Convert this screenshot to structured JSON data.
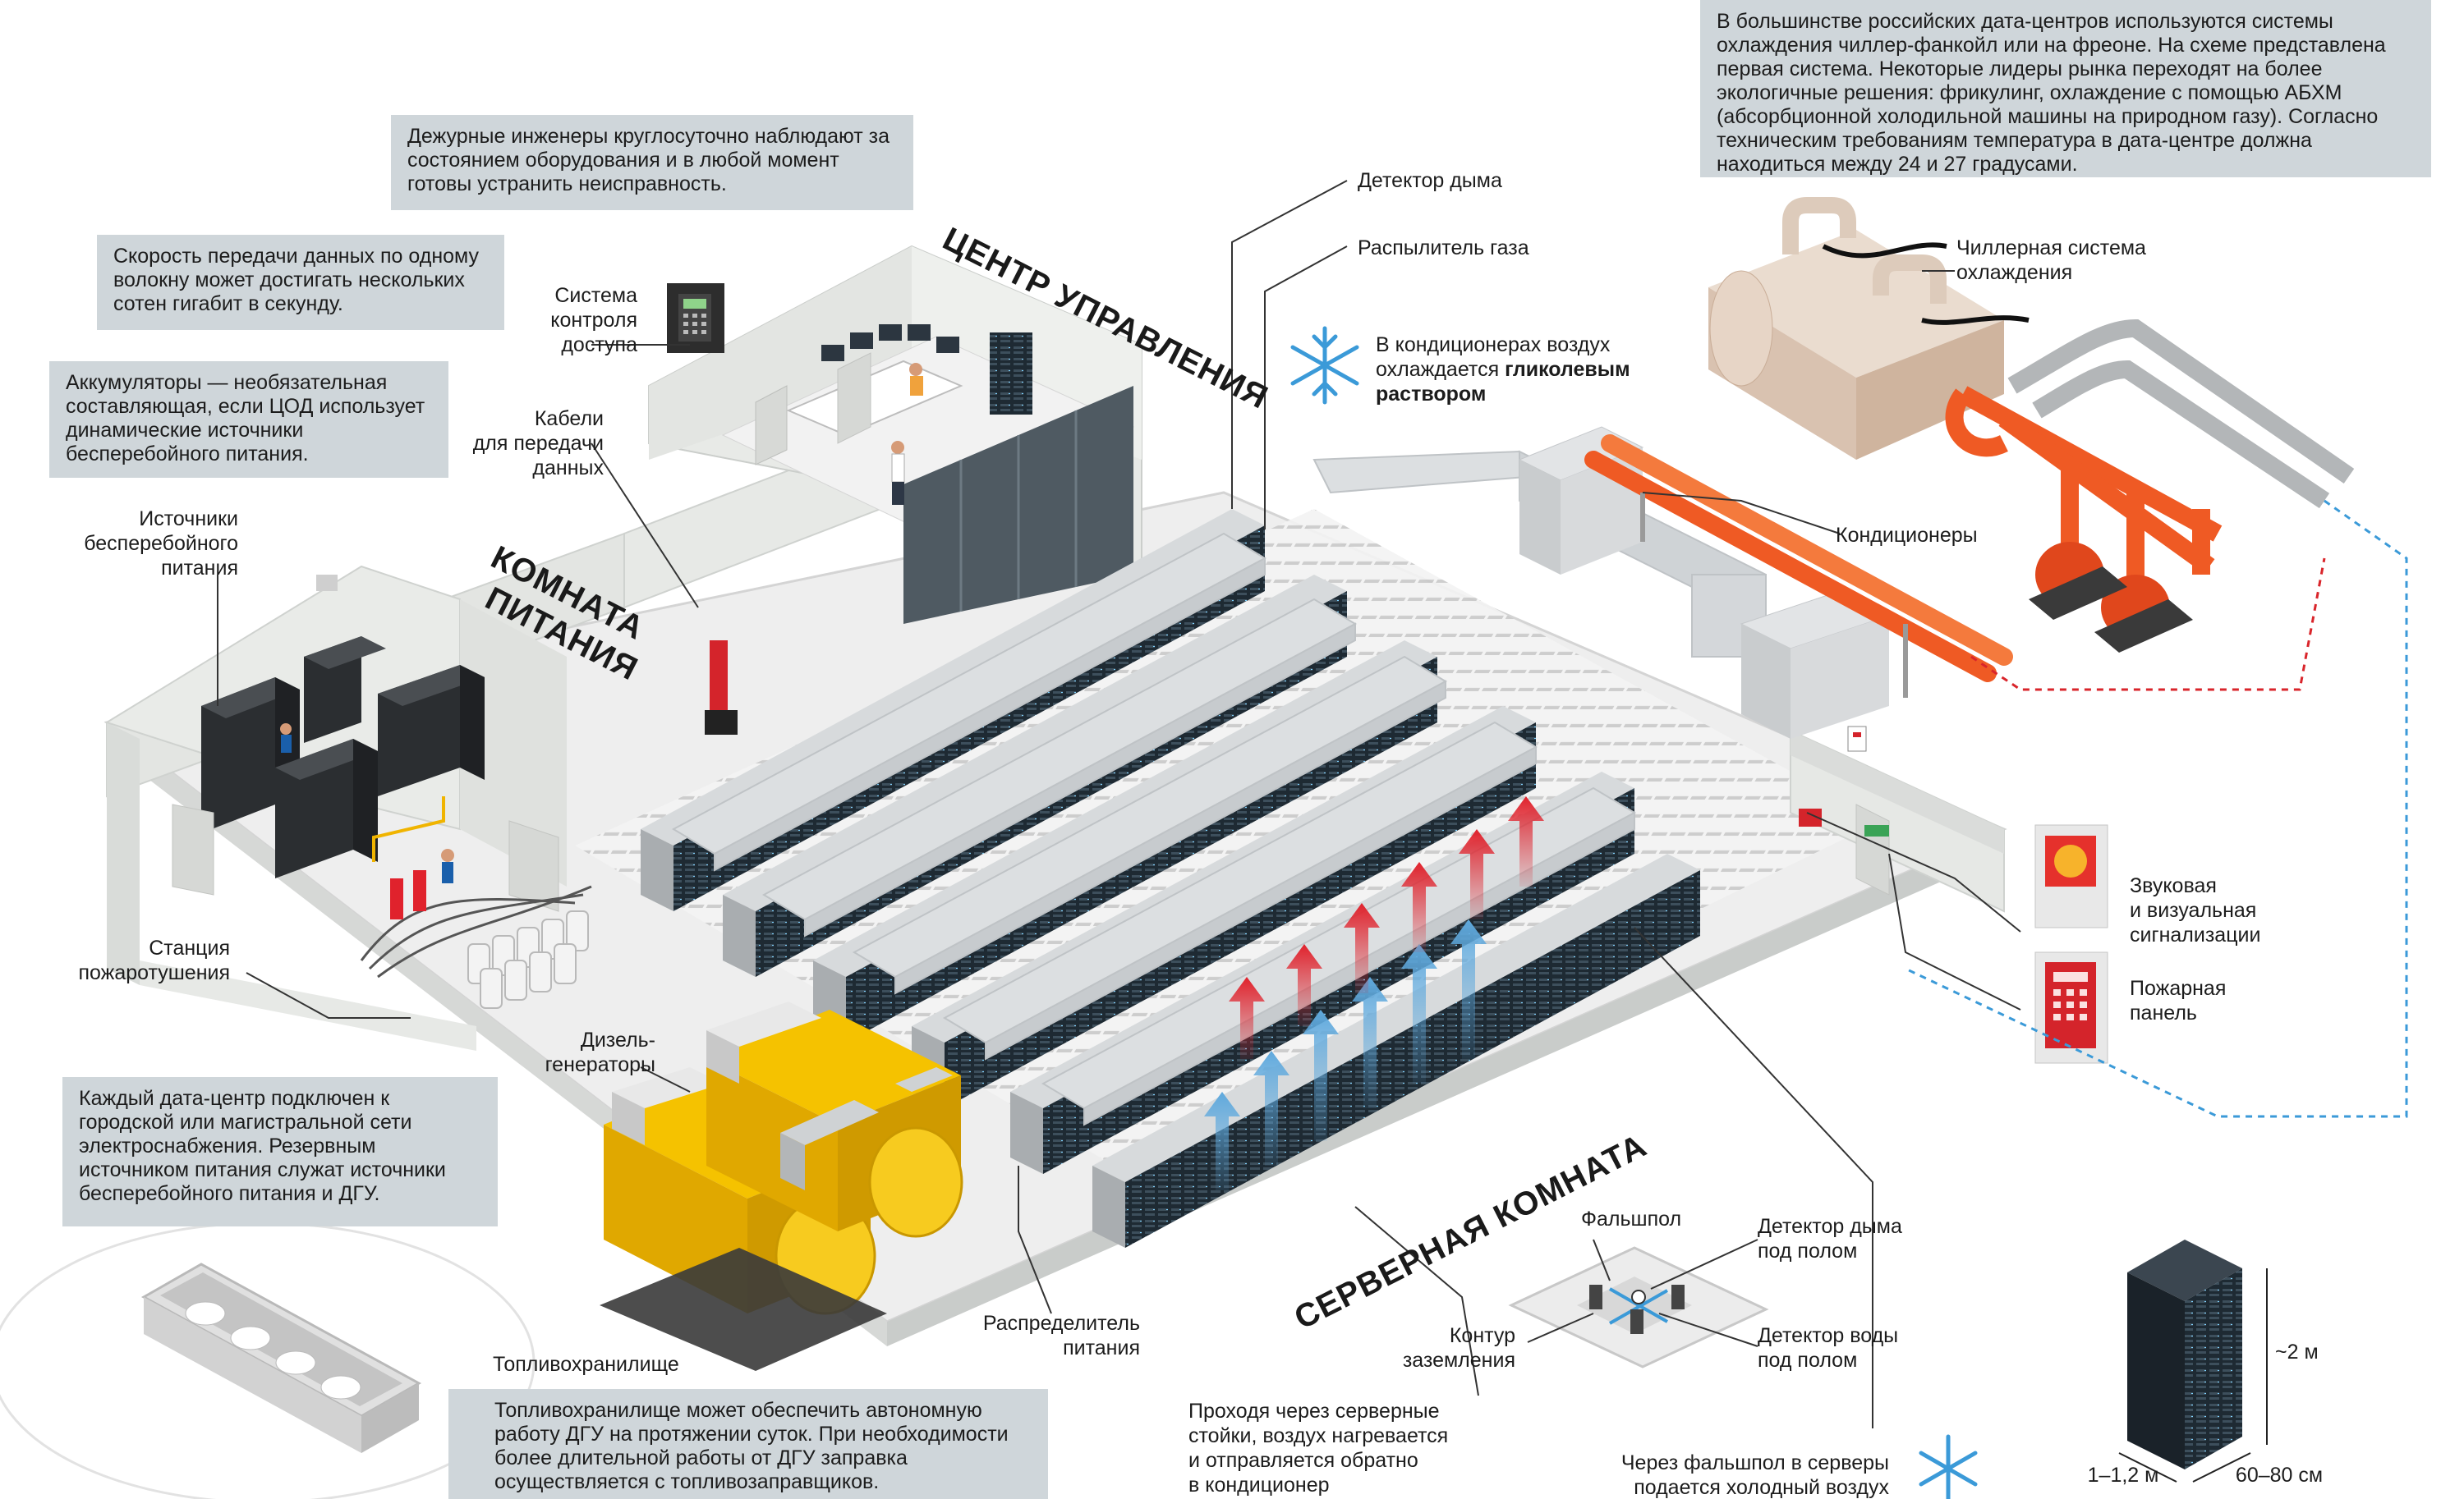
{
  "titles": {
    "control_center": "ЦЕНТР УПРАВЛЕНИЯ",
    "power_room_1": "КОМНАТА",
    "power_room_2": "ПИТАНИЯ",
    "server_room": "СЕРВЕРНАЯ КОМНАТА"
  },
  "callouts": {
    "cooling": "В большинстве российских дата-центров используются системы охлаждения чиллер-фанкойл или на фреоне. На схеме представлена первая система. Некоторые лидеры рынка переходят на более экологичные решения: фрикулинг, охлаждение с помощью АБХМ (абсорбционной холодильной машины на природном газу). Согласно техническим требованиям температура в дата-центре должна находиться между 24 и 27 градусами.",
    "engineers": "Дежурные инженеры круглосуточно наблюдают за состоянием оборудования и в любой момент готовы устранить неисправность.",
    "fiber": "Скорость передачи данных по одному волокну может достигать нескольких сотен гигабит в секунду.",
    "batteries": "Аккумуляторы — необязательная составляющая, если ЦОД использует динамические источники бесперебойного питания.",
    "grid": "Каждый дата-центр подключен к городской или магистральной сети электроснабжения. Резервным источником питания служат источники бесперебойного питания и ДГУ.",
    "fuel": "Топливохранилище может обеспечить автономную работу ДГУ на протяжении суток. При необходимости более длительной работы от ДГУ заправка осуществляется с топливозаправщиков."
  },
  "labels": {
    "smoke_detector": "Детектор дыма",
    "gas_sprayer": "Распылитель газа",
    "glycol_1": "В кондиционерах воздух",
    "glycol_2": "охлаждается ",
    "glycol_2b": "гликолевым",
    "glycol_3": "раствором",
    "chiller_1": "Чиллерная система",
    "chiller_2": "охлаждения",
    "air_conditioners": "Кондиционеры",
    "access_1": "Система",
    "access_2": "контроля",
    "access_3": "доступа",
    "cables_1": "Кабели",
    "cables_2": "для передачи",
    "cables_3": "данных",
    "ups_1": "Источники",
    "ups_2": "бесперебойного",
    "ups_3": "питания",
    "fire_station_1": "Станция",
    "fire_station_2": "пожаротушения",
    "diesel_1": "Дизель-",
    "diesel_2": "генераторы",
    "fuel_storage": "Топливохранилище",
    "power_distributor_1": "Распределитель",
    "power_distributor_2": "питания",
    "alarm_1": "Звуковая",
    "alarm_2": "и визуальная",
    "alarm_3": "сигнализации",
    "fire_panel_1": "Пожарная",
    "fire_panel_2": "панель",
    "raised_floor": "Фальшпол",
    "floor_smoke_1": "Детектор дыма",
    "floor_smoke_2": "под полом",
    "water_detector_1": "Детектор воды",
    "water_detector_2": "под полом",
    "grounding_1": "Контур",
    "grounding_2": "заземления",
    "airflow_1": "Проходя через серверные",
    "airflow_2": "стойки, воздух нагревается",
    "airflow_3": "и отправляется обратно",
    "airflow_4": "в кондиционер",
    "cold_air_1": "Через фальшпол в серверы",
    "cold_air_2": "подается холодный воздух",
    "rack_height": "~2 м",
    "rack_depth": "1–1,2 м",
    "rack_width": "60–80 см"
  },
  "colors": {
    "callout_bg": "#cfd6da",
    "wall": "#e7e9e6",
    "floor": "#f1f1f1",
    "rack": "#1e2a33",
    "canopy": "#dcdfe1",
    "chiller": "#dcc7b6",
    "pipe_hot": "#ef5a24",
    "pipe_cold": "#b3b6b8",
    "generator": "#f0b400",
    "arrow_hot": "#e0222c",
    "arrow_cold": "#5fa9dd",
    "alarm_red": "#d4242b",
    "dashed_blue": "#3b9ad8",
    "dashed_red": "#d9252b"
  }
}
